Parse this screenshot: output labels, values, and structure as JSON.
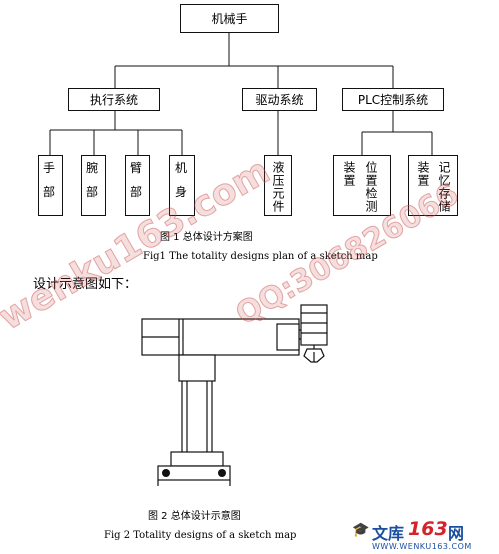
{
  "org_chart": {
    "root": "机械手",
    "level2": [
      "执行系统",
      "驱动系统",
      "PLC控制系统"
    ],
    "exec_children": [
      "手\n\n部",
      "腕\n\n部",
      "臂\n\n部",
      "机\n\n身"
    ],
    "drive_child": "液压元件",
    "plc_children": [
      {
        "left": "装置",
        "right": "位置检测"
      },
      {
        "left": "装置",
        "right": "记忆存储"
      }
    ]
  },
  "fig1": {
    "cn": "图 1  总体设计方案图",
    "en": "Fig1 The totality designs plan of a sketch map"
  },
  "lead_text": "设计示意图如下：",
  "fig2": {
    "cn": "图 2  总体设计示意图",
    "en": "Fig 2 Totality designs of a sketch map"
  },
  "watermarks": {
    "left": "wenku163.com",
    "right": "QQ:306826066"
  },
  "logo": {
    "cn": "文库",
    "num": "163",
    "suffix": "网",
    "url": "WWW.WENKU163.COM"
  },
  "colors": {
    "line": "#111111",
    "watermark": "#c84646",
    "logo_text": "#1a4fa0",
    "logo_accent": "#d4232a"
  }
}
